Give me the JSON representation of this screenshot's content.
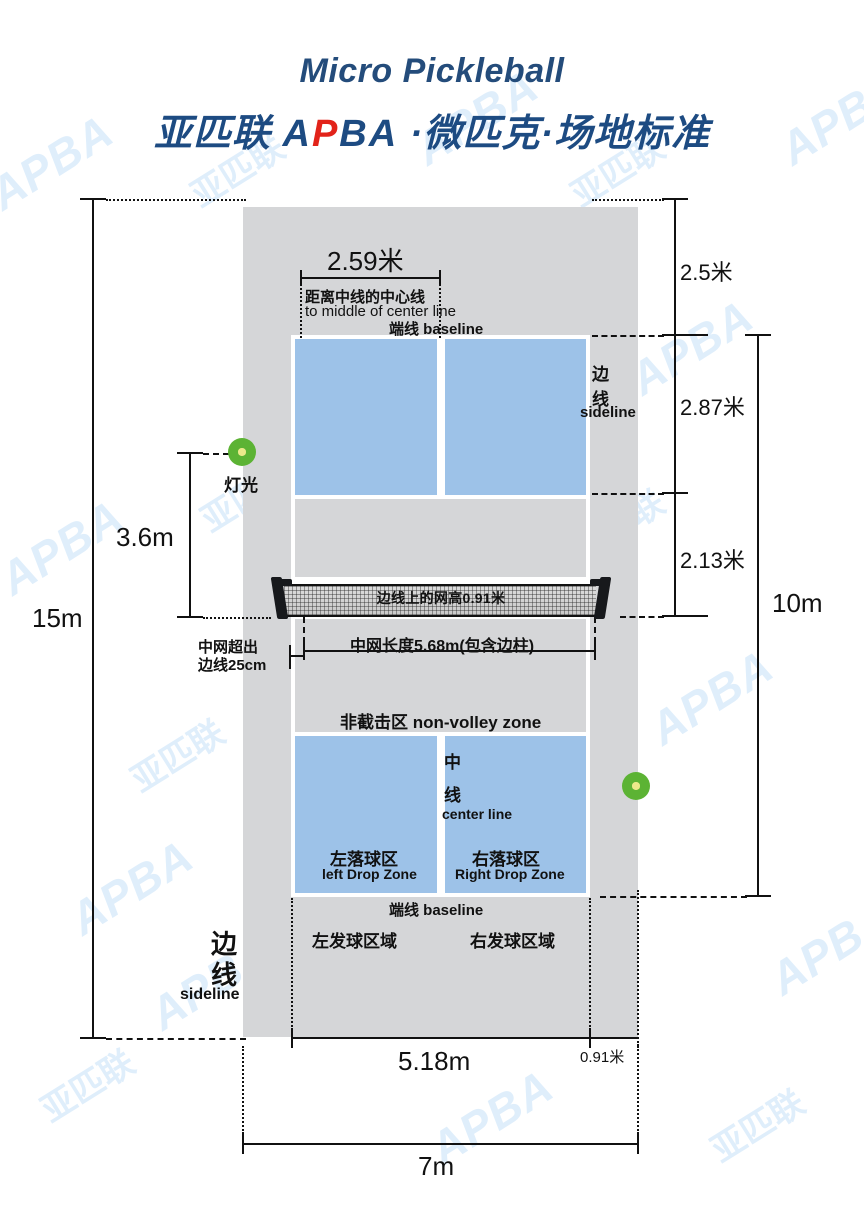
{
  "title": {
    "english": "Micro Pickleball",
    "cn_prefix": "亚匹联 ",
    "brand_a1": "A",
    "brand_p": "P",
    "brand_rest": "BA",
    "cn_suffix": " ·微匹克·场地标准"
  },
  "watermark": {
    "latin": "APBA",
    "chinese": "亚匹联"
  },
  "court": {
    "top": {
      "center_dim": "2.59米",
      "center_note_cn": "距离中线的中心线",
      "center_note_en": "to middle of center line",
      "baseline_label": "端线 baseline",
      "sideline_cn_1": "边",
      "sideline_cn_2": "线",
      "sideline_en": "sideline"
    },
    "net": {
      "height_label": "边线上的网高0.91米",
      "length_label": "中网长度5.68m(包含边柱)",
      "overhang_line1": "中网超出",
      "overhang_line2": "边线25cm"
    },
    "bottom": {
      "non_volley_label": "非截击区 non-volley zone",
      "center_line_cn_1": "中",
      "center_line_cn_2": "线",
      "center_line_en": "center line",
      "left_drop_cn": "左落球区",
      "left_drop_en": "left Drop Zone",
      "right_drop_cn": "右落球区",
      "right_drop_en": "Right Drop Zone",
      "baseline_label": "端线 baseline",
      "left_serve": "左发球区域",
      "right_serve": "右发球区域",
      "sideline_cn_1": "边",
      "sideline_cn_2": "线",
      "sideline_en": "sideline"
    }
  },
  "dimensions": {
    "outer_height": "15m",
    "light_height": "3.6m",
    "light_label": "灯光",
    "right_top": "2.5米",
    "right_mid": "2.87米",
    "right_low": "2.13米",
    "inner_height": "10m",
    "court_width": "5.18m",
    "margin_width": "0.91米",
    "outer_width": "7m"
  },
  "colors": {
    "court_surface": "#d5d6d8",
    "zone_blue": "#9dc2e8",
    "line_white": "#ffffff",
    "title_navy": "#244c7b",
    "brand_red": "#e2231a",
    "ball_green": "#5cb334",
    "ball_center": "#ebe98a"
  },
  "chart_data": {
    "type": "diagram",
    "title": "Micro Pickleball court standard (亚匹联 APBA 微匹克 场地标准)",
    "measurements": [
      {
        "label": "15m",
        "meaning": "total outer facility length"
      },
      {
        "label": "7m",
        "meaning": "total outer facility width"
      },
      {
        "label": "10m",
        "meaning": "inner playing envelope length"
      },
      {
        "label": "5.18m",
        "meaning": "court width between sidelines"
      },
      {
        "label": "0.91米",
        "meaning": "run-off margin beside sideline"
      },
      {
        "label": "2.59米",
        "meaning": "baseline to middle of center line"
      },
      {
        "label": "2.5米",
        "meaning": "back run-off behind baseline"
      },
      {
        "label": "2.87米",
        "meaning": "baseline to non-volley zone line"
      },
      {
        "label": "2.13米",
        "meaning": "non-volley zone line to net"
      },
      {
        "label": "3.6m",
        "meaning": "light mounting height"
      },
      {
        "label": "0.91米",
        "meaning": "net height at sideline"
      },
      {
        "label": "5.68m",
        "meaning": "net length including posts"
      },
      {
        "label": "25cm",
        "meaning": "net overhang beyond sideline"
      }
    ]
  }
}
